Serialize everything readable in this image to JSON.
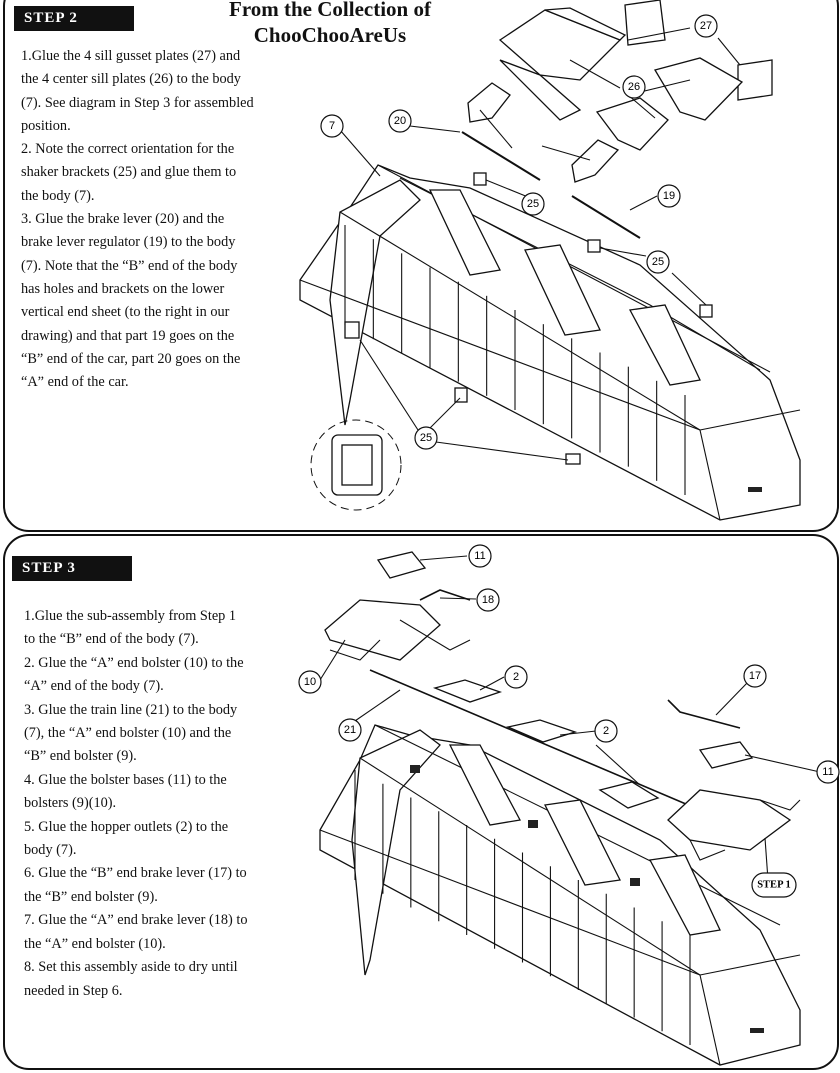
{
  "header": {
    "line1": "From the Collection of",
    "line2": "ChooChooAreUs"
  },
  "step2": {
    "label": "STEP 2",
    "lines": [
      "1.Glue the 4 sill gusset plates (27) and",
      "the 4 center sill plates (26) to the body",
      "(7). See diagram in Step 3 for assembled",
      "position.",
      "2. Note the correct orientation for the",
      "shaker brackets (25) and glue them to",
      "the body (7).",
      "3. Glue the brake lever (20) and the",
      "brake lever regulator (19) to the body",
      "(7). Note that the “B” end of the body",
      "has holes and brackets on the lower",
      "vertical end sheet (to the right in our",
      "drawing) and that part 19 goes on the",
      "“B” end of the car, part 20 goes on the",
      "“A” end of the car."
    ],
    "callouts": [
      "27",
      "26",
      "20",
      "7",
      "25",
      "19",
      "25",
      "25"
    ]
  },
  "step3": {
    "label": "STEP 3",
    "lines": [
      "1.Glue the sub-assembly from Step 1",
      "to the “B” end of the body (7).",
      "2. Glue the “A” end bolster (10) to the",
      "“A” end of the body (7).",
      "3. Glue the train line (21) to the body",
      "(7), the “A” end bolster (10) and the",
      "“B” end bolster (9).",
      "4. Glue the bolster bases (11) to the",
      "bolsters (9)(10).",
      "5. Glue the hopper outlets (2) to the",
      "body (7).",
      "6. Glue the “B” end brake lever (17) to",
      "the “B” end bolster (9).",
      "7. Glue the “A” end brake lever (18) to",
      "the “A” end bolster (10).",
      "8. Set this assembly aside to dry until",
      "needed in Step 6."
    ],
    "callouts": [
      "11",
      "18",
      "10",
      "2",
      "17",
      "21",
      "2",
      "11"
    ],
    "step1_tag": "STEP 1"
  }
}
